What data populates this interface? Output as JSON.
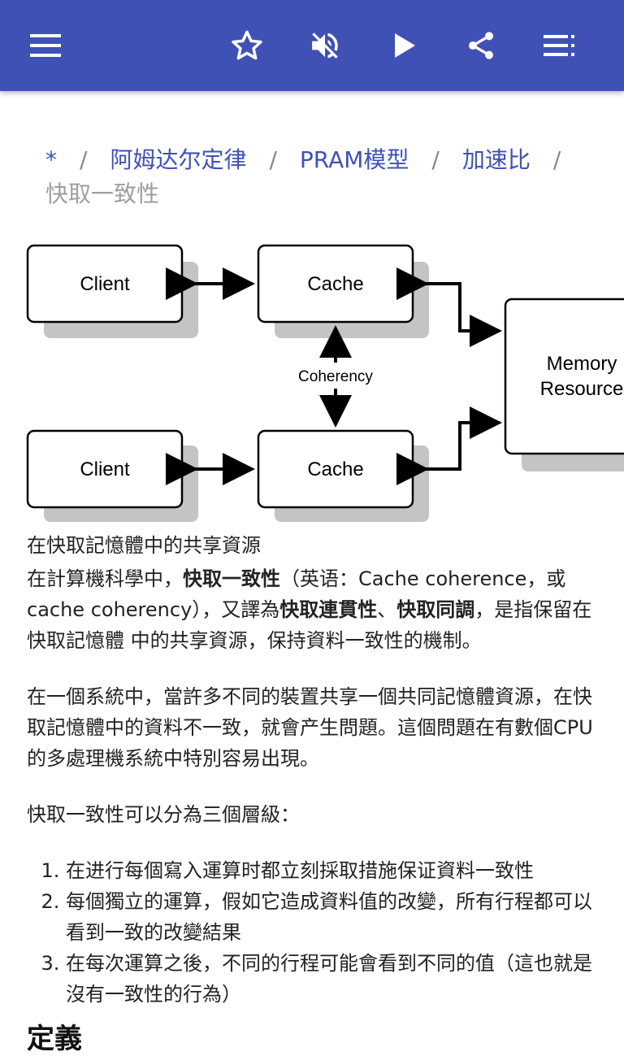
{
  "toolbar": {
    "menu_icon": "hamburger-menu-icon",
    "star_icon": "star-outline-icon",
    "mute_icon": "volume-off-icon",
    "play_icon": "play-icon",
    "share_icon": "share-icon",
    "toc_icon": "list-icon",
    "color": "#3f51b5"
  },
  "breadcrumb": {
    "items": [
      "*",
      "阿姆达尔定律",
      "PRAM模型",
      "加速比"
    ],
    "separator": "/",
    "current": "快取一致性"
  },
  "figure": {
    "client_top": "Client",
    "client_bottom": "Client",
    "cache_top": "Cache",
    "cache_bottom": "Cache",
    "coherency": "Coherency",
    "memory_line1": "Memory",
    "memory_line2": "Resource"
  },
  "caption": "在快取記憶體中的共享資源",
  "article": {
    "p1_a": "在計算機科學中，",
    "p1_b": "快取一致性",
    "p1_c": "（英语：Cache coherence，或 cache coherency），又譯為",
    "p1_d": "快取連貫性",
    "p1_e": "、",
    "p1_f": "快取同調",
    "p1_g": "，是指保留在 快取記憶體 中的共享資源，保持資料一致性的機制。",
    "p2": "在一個系統中，當許多不同的裝置共享一個共同記憶體資源，在快取記憶體中的資料不一致，就會产生問題。這個問題在有數個CPU的多處理機系統中特別容易出現。",
    "p3": "快取一致性可以分為三個層級：",
    "list": [
      "在进行每個寫入運算时都立刻採取措施保证資料一致性",
      "每個獨立的運算，假如它造成資料值的改變，所有行程都可以看到一致的改變結果",
      "在每次運算之後，不同的行程可能會看到不同的值（這也就是沒有一致性的行為）"
    ]
  },
  "section_heading": "定義"
}
